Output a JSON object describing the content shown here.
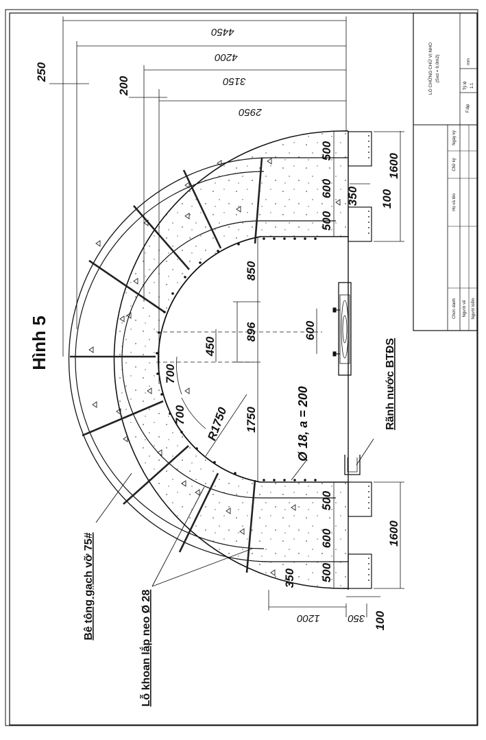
{
  "figure_title": "Hình 5",
  "title_block": {
    "name_line1": "LÒ CHỮNG CHỮ VỊ NHO",
    "name_line2": "(Sxd = 9,0m2)",
    "scale_label": "Tỷ lệ",
    "scale_value": "1:1",
    "unit_label": "mm",
    "sheet_label": "F.lập",
    "col_role": "Chức danh",
    "col_name": "Họ và tên",
    "col_signature": "Chữ ký",
    "col_date": "Ngày ký",
    "row_drawn": "Người vẽ",
    "row_checked": "Người kiểm"
  },
  "dimensions": {
    "d4450": "4450",
    "d4200": "4200",
    "d3150": "3150",
    "d2950": "2950",
    "d250": "250",
    "d200": "200",
    "d1600_top": "1600",
    "d1600_bottom": "1600",
    "d500_a": "500",
    "d600_a": "600",
    "d500_b": "500",
    "d350_top": "350",
    "d100_top": "100",
    "d850": "850",
    "d896": "896",
    "d450": "450",
    "d600_drain": "600",
    "d1750": "1750",
    "d700_a": "700",
    "d700_b": "700",
    "r1750": "R1750",
    "d500_c": "500",
    "d600_b": "600",
    "d500_d": "500",
    "d350_bottom": "350",
    "d1200": "1200",
    "d350_b2": "350",
    "d100_bottom": "100"
  },
  "labels": {
    "rebar": "Ø 18, a = 200",
    "drain": "Rãnh nước BTĐS",
    "brick_concrete": "Bê tông gạch vỡ 75#",
    "anchor_holes": "Lỗ khoan lắp neo Ø 28"
  }
}
